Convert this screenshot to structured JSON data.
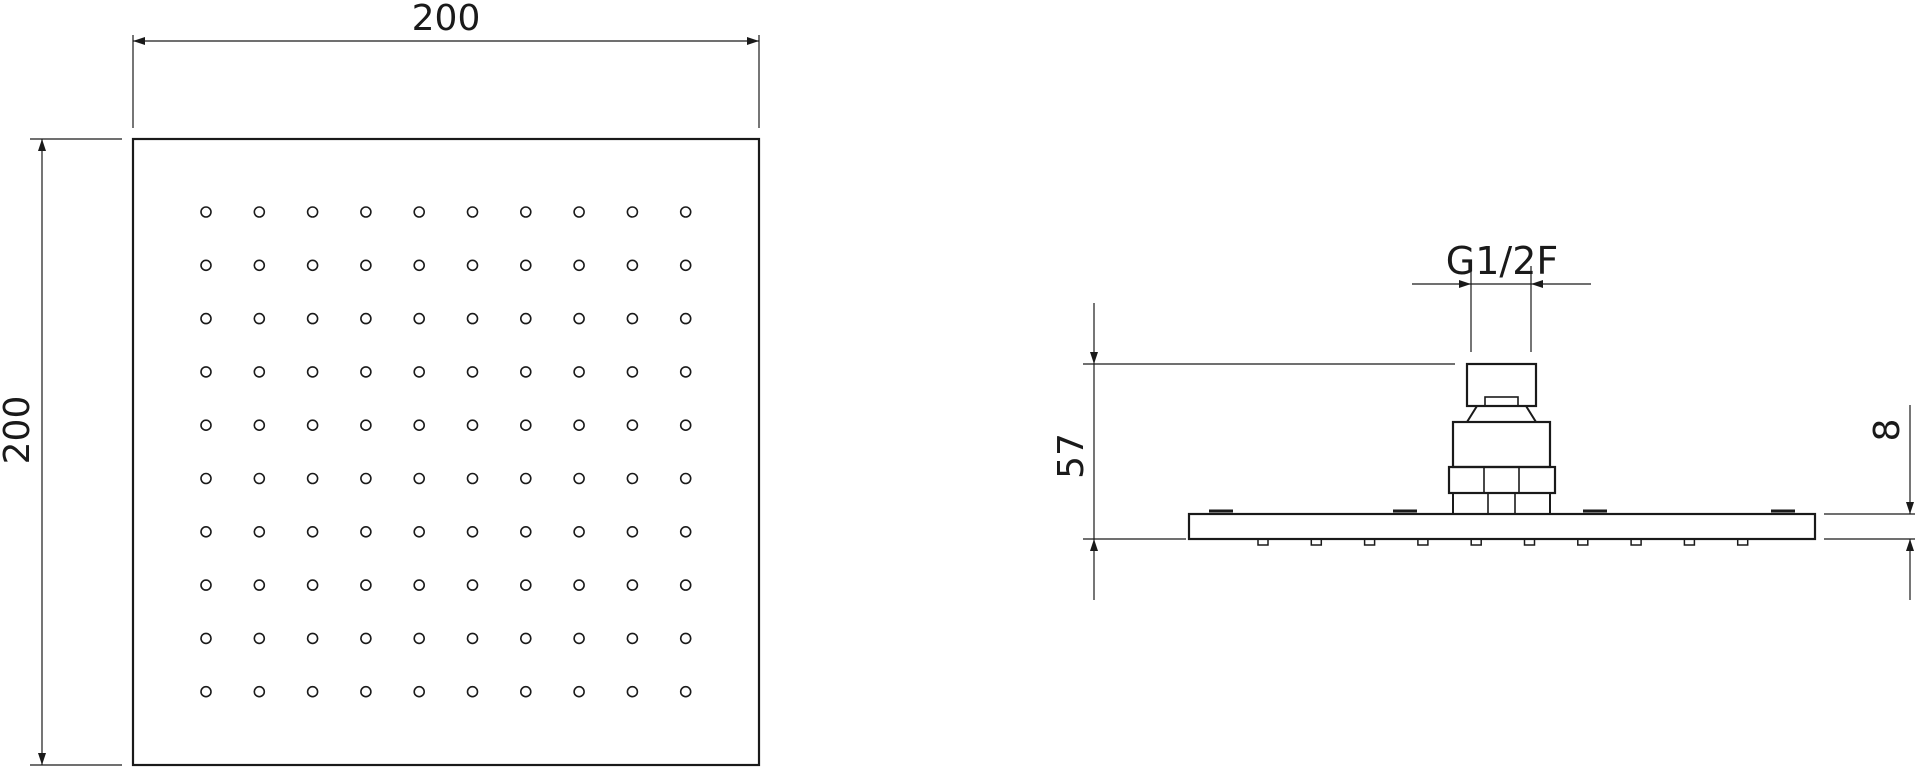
{
  "top_view": {
    "width_label": "200",
    "height_label": "200",
    "nozzle_rows": 10,
    "nozzle_cols": 10
  },
  "side_view": {
    "thread_label": "G1/2F",
    "height_label": "57",
    "plate_label": "8"
  },
  "colors": {
    "line": "#1a1a1a",
    "background": "#ffffff"
  }
}
